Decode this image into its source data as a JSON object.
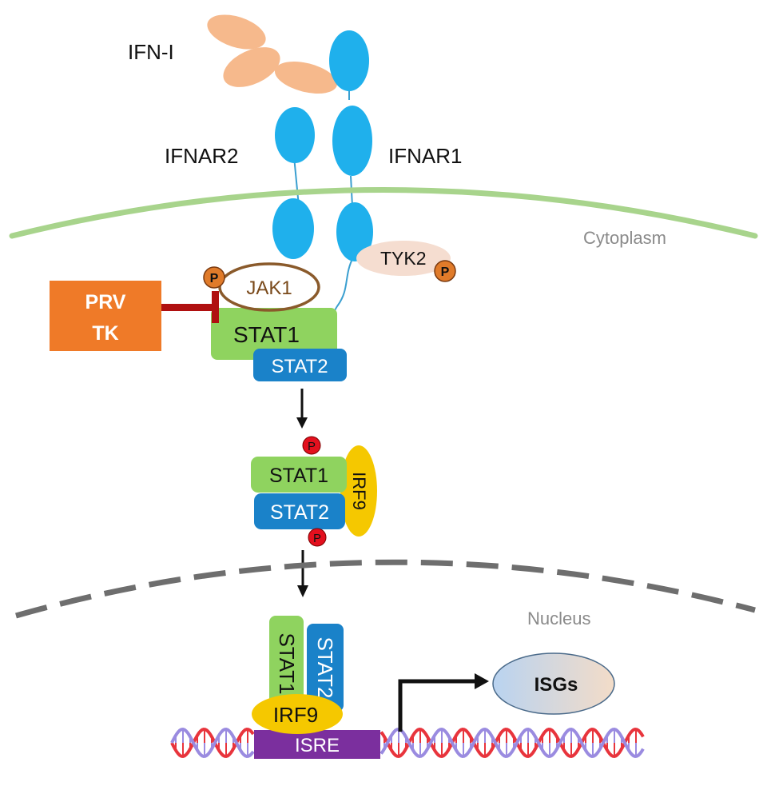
{
  "labels": {
    "ifn": "IFN-I",
    "ifnar2": "IFNAR2",
    "ifnar1": "IFNAR1",
    "cytoplasm": "Cytoplasm",
    "nucleus": "Nucleus",
    "tyk2": "TYK2",
    "jak1": "JAK1",
    "phospho": "P",
    "prv": "PRV",
    "tk": "TK",
    "stat1": "STAT1",
    "stat2": "STAT2",
    "irf9": "IRF9",
    "isre": "ISRE",
    "isgs": "ISGs"
  },
  "colors": {
    "ifn": "#f6b98c",
    "receptor": "#1fb0ec",
    "membrane": "#a8d48c",
    "nuclear_envelope": "#6e6e6e",
    "tyk2_fill": "#f5ddd0",
    "jak1_outline": "#8a5a2b",
    "phospho": "#e07b2a",
    "phospho_red": "#e3101e",
    "prv_tk": "#ef7a28",
    "inhibition": "#b01010",
    "stat1": "#8fd35f",
    "stat2": "#1a82c9",
    "irf9": "#f5c800",
    "isre": "#7b2f9e",
    "isgs": "#bcd4ee",
    "dna_red": "#e8343c",
    "dna_blue": "#9a8be0"
  },
  "icons": {
    "inhibition": "t-bar-inhibition-icon",
    "arrow": "arrow-down-icon",
    "transcription": "bent-arrow-icon"
  }
}
